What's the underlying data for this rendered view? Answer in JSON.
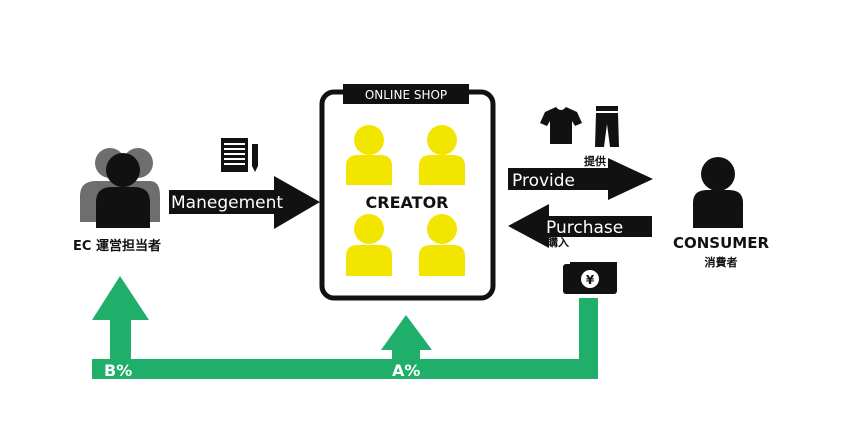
{
  "colors": {
    "black": "#111111",
    "yellow": "#f2e600",
    "green": "#1faf6a",
    "grey": "#6e6e6e",
    "white": "#ffffff"
  },
  "ec_manager": {
    "label": "EC 運営担当者",
    "icon": "two-people-icon"
  },
  "online_shop": {
    "tag": "ONLINE SHOP",
    "center_label": "CREATOR",
    "icon": "creator-person-icon"
  },
  "consumer": {
    "label": "CONSUMER",
    "sublabel": "消費者",
    "icon": "person-icon"
  },
  "arrows": {
    "management": "Manegement",
    "provide": "Provide",
    "provide_sub": "提供",
    "purchase": "Purchase",
    "purchase_sub": "購入"
  },
  "icons": {
    "document": "document-pen-icon",
    "tshirt": "tshirt-icon",
    "pants": "pants-icon",
    "money": "yen-banknote-icon"
  },
  "money_symbol": "¥",
  "flow": {
    "left_share": "B%",
    "right_share": "A%"
  }
}
